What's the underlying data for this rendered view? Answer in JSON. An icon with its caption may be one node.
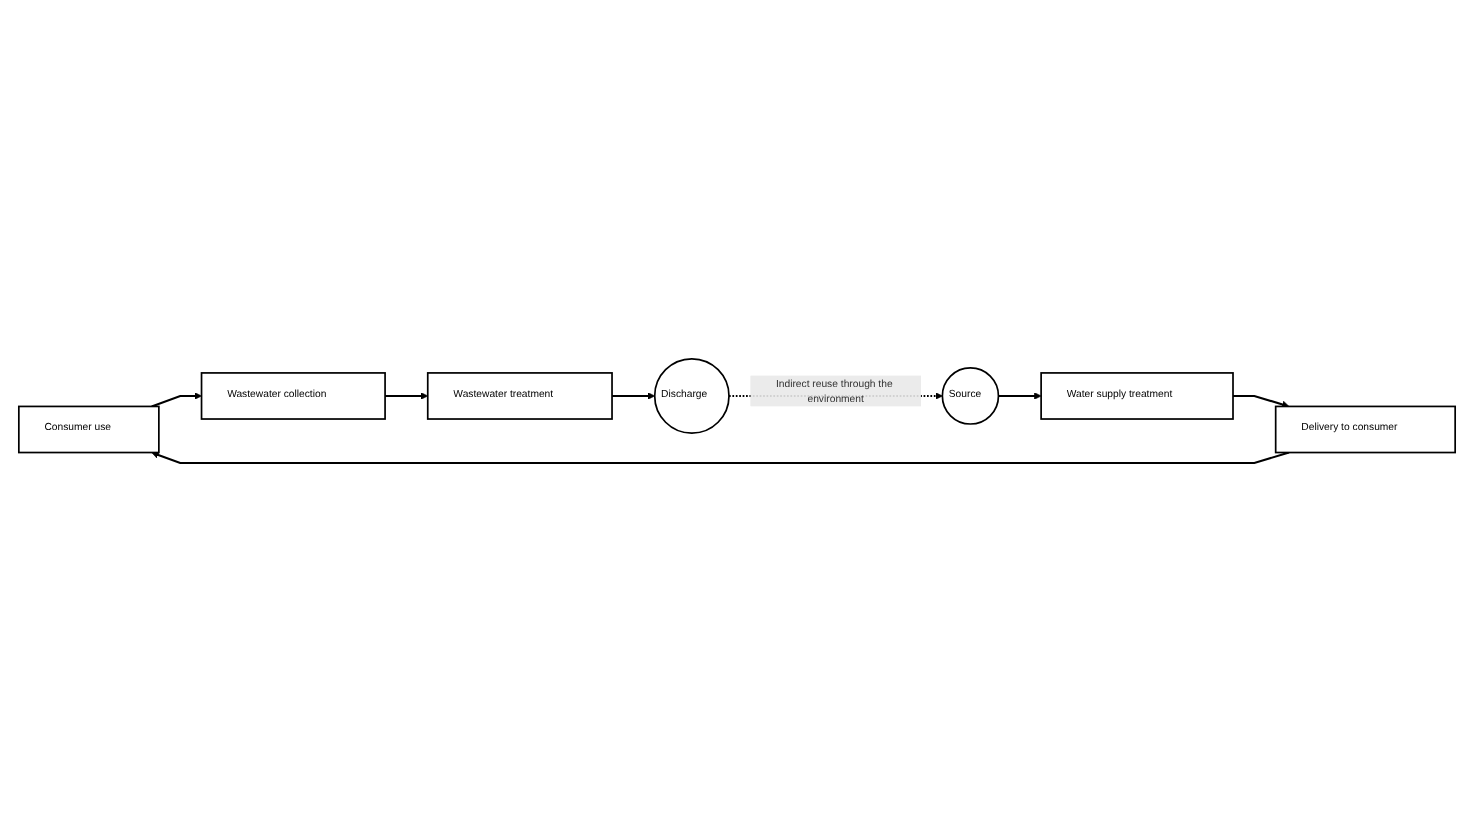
{
  "diagram": {
    "nodes": [
      {
        "text": [
          "Consumer use"
        ]
      },
      {
        "text": [
          "Wastewater collection"
        ]
      },
      {
        "text": [
          "Wastewater treatment"
        ]
      },
      {
        "text": [
          "Discharge"
        ]
      },
      {
        "text": [
          "Source"
        ]
      },
      {
        "text": [
          "Water supply treatment"
        ]
      },
      {
        "text": [
          "Delivery to consumer"
        ]
      }
    ],
    "edges": [
      {
        "from": 0,
        "to": 1,
        "arrow": "to"
      },
      {
        "from": 1,
        "to": 2,
        "arrow": "to"
      },
      {
        "from": 2,
        "to": 3,
        "arrow": "to"
      },
      {
        "from": 3,
        "to": 4,
        "arrow": "to",
        "label": "Indirect reuse through the environment",
        "style": "dashed"
      },
      {
        "from": 4,
        "to": 5,
        "arrow": "to"
      },
      {
        "from": 5,
        "to": 6,
        "arrow": "to"
      },
      {
        "from": 6,
        "to": 0,
        "arrow": "to"
      }
    ]
  }
}
